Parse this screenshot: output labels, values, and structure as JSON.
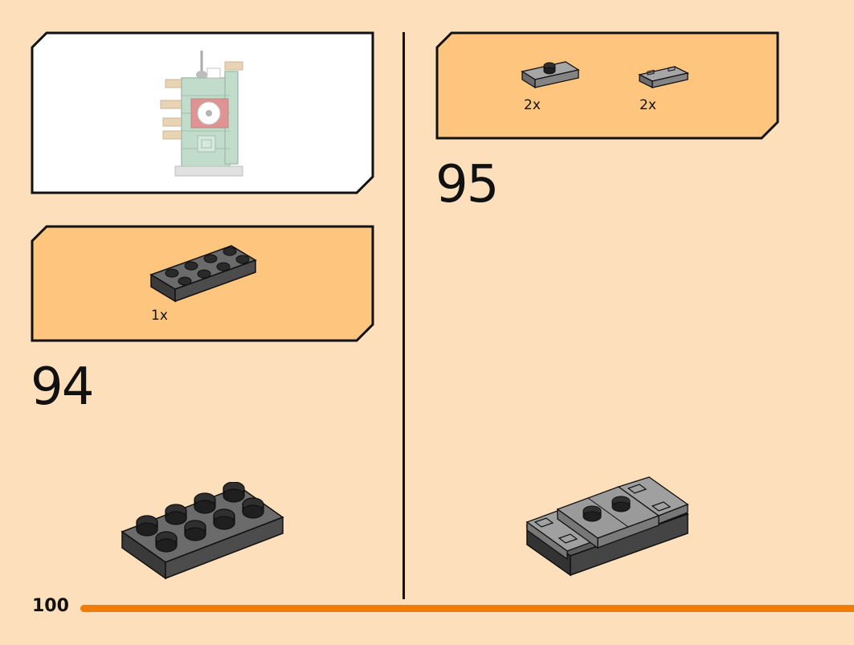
{
  "page": {
    "number": "100",
    "accent_color": "#ee7d0b",
    "background_color": "#fde0bb",
    "panel_color": "#fdc57e"
  },
  "preview": {
    "icon": "completed-model-preview"
  },
  "steps": [
    {
      "number": "94",
      "parts": [
        {
          "quantity": "1x",
          "icon": "plate-2x4-dark-gray-icon"
        }
      ],
      "assembly_icon": "plate-2x4-assembly-icon"
    },
    {
      "number": "95",
      "parts": [
        {
          "quantity": "2x",
          "icon": "plate-1x2-with-stud-gray-icon"
        },
        {
          "quantity": "2x",
          "icon": "tile-1x2-gray-icon"
        }
      ],
      "assembly_icon": "plate-with-tiles-assembly-icon"
    }
  ]
}
